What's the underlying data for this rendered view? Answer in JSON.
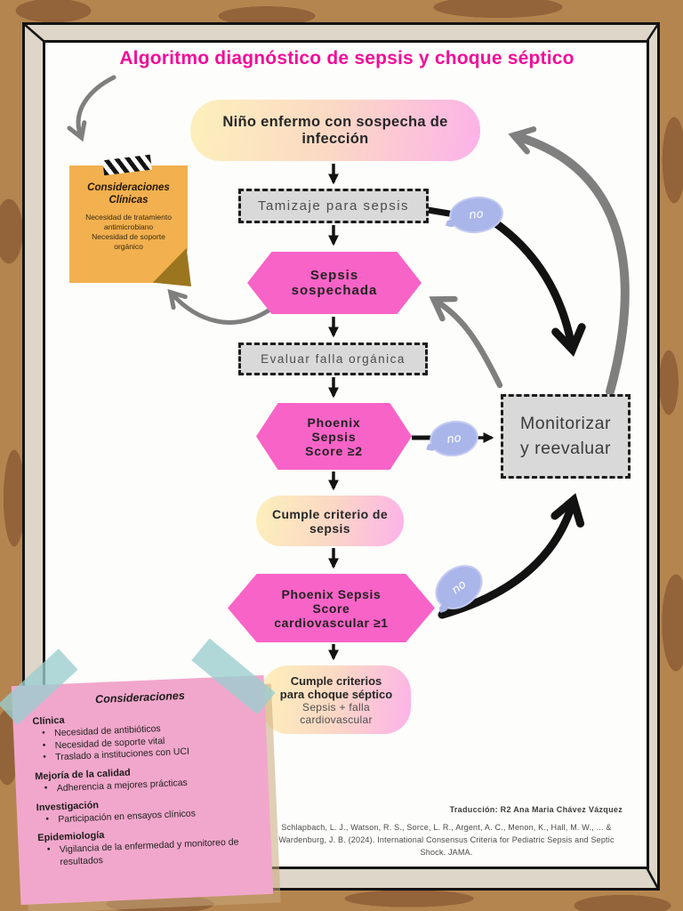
{
  "title": "Algoritmo diagnóstico de sepsis y choque séptico",
  "flow": {
    "start": "Niño enfermo con sospecha de\ninfección",
    "screening": "Tamizaje para sepsis",
    "suspected_sepsis": "Sepsis\nsospechada",
    "evaluate_organ_failure": "Evaluar falla orgánica",
    "phoenix_score": "Phoenix\nSepsis\nScore ≥2",
    "sepsis_criteria": "Cumple criterio de\nsepsis",
    "phoenix_cv_score": "Phoenix Sepsis\nScore\ncardiovascular ≥1",
    "septic_shock_title": "Cumple criterios\npara choque séptico",
    "septic_shock_subtitle": "Sepsis + falla\ncardiovascular",
    "monitor": "Monitorizar\ny reevaluar",
    "no_label_1": "no",
    "no_label_2": "no",
    "no_label_3": "no"
  },
  "clinical_note": {
    "title": "Consideraciones\nClínicas",
    "line1": "Necesidad de tratamiento antimicrobiano",
    "line2": "Necesidad de soporte orgánico"
  },
  "considerations_note": {
    "title": "Consideraciones",
    "sections": [
      {
        "heading": "Clínica",
        "items": [
          "Necesidad de antibióticos",
          "Necesidad de soporte vital",
          "Traslado a instituciones con UCI"
        ]
      },
      {
        "heading": "Mejoría de la calidad",
        "items": [
          "Adherencia a mejores prácticas"
        ]
      },
      {
        "heading": "Investigación",
        "items": [
          "Participación en ensayos clínicos"
        ]
      },
      {
        "heading": "Epidemiología",
        "items": [
          "Vigilancia de la enfermedad y monitoreo de resultados"
        ]
      }
    ]
  },
  "credits": {
    "translation": "Traducción: R2 Ana Maria Chávez Vázquez",
    "citation": "Schlapbach, L. J., Watson, R. S., Sorce, L. R., Argent, A. C., Menon, K., Hall, M. W., ... & Wardenburg, J. B. (2024). International Consensus Criteria for Pediatric Sepsis and Septic Shock. JAMA."
  },
  "colors": {
    "title_pink": "#f30d98",
    "hexagon_pink": "#f863c7",
    "gradient_yellow": "#fdf0bb",
    "gradient_pink": "#fcb2e9",
    "note_orange": "#f2b04f",
    "note_pink": "#f1a7cb",
    "bubble_periwinkle": "#aab6e9",
    "tape_teal": "#9acdcf",
    "frame_beige": "#ded6c8",
    "background_brown": "#b5854f"
  }
}
